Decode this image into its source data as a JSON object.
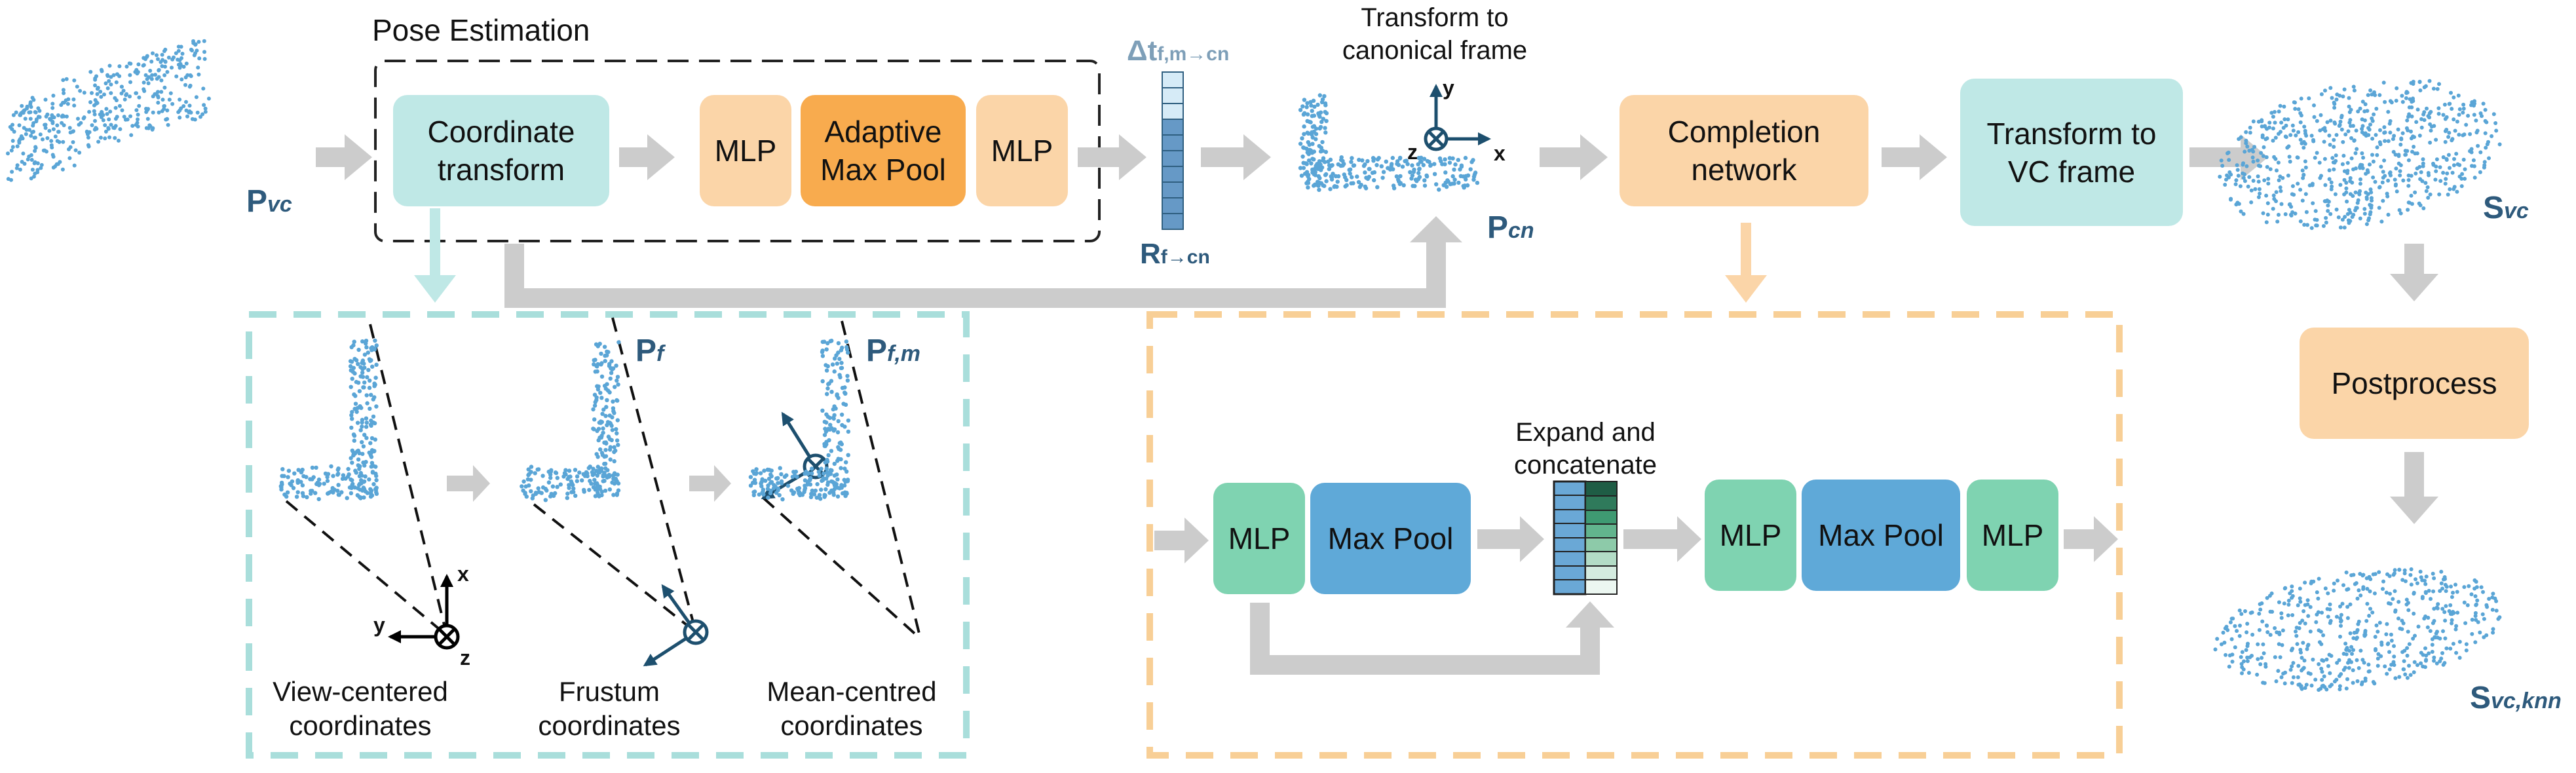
{
  "pose_estimation": {
    "title": "Pose Estimation",
    "coordinate_transform": "Coordinate\ntransform",
    "mlp_1": "MLP",
    "adaptive_max_pool": "Adaptive\nMax Pool",
    "mlp_2": "MLP",
    "delta_t": {
      "main": "Δt",
      "sub": "f,m→cn"
    },
    "rotation": {
      "main": "R",
      "sub": "f→cn"
    }
  },
  "canonical": {
    "label": "Transform to\ncanonical frame",
    "axis_y": "y",
    "axis_x": "x",
    "axis_z": "z",
    "p_cn": {
      "main": "P",
      "sub": "cn"
    }
  },
  "inputs": {
    "p_vc": {
      "main": "P",
      "sub": "vc"
    }
  },
  "completion_network": "Completion\nnetwork",
  "transform_vc": "Transform to\nVC frame",
  "outputs": {
    "s_vc": {
      "main": "S",
      "sub": "vc"
    },
    "postprocess": "Postprocess",
    "s_vc_knn": {
      "main": "S",
      "sub": "vc,knn"
    }
  },
  "coord_detail": {
    "p_f": {
      "main": "P",
      "sub": "f"
    },
    "p_fm": {
      "main": "P",
      "sub": "f,m"
    },
    "axis_x": "x",
    "axis_y": "y",
    "axis_z": "z",
    "view_centered": "View-centered\ncoordinates",
    "frustum": "Frustum\ncoordinates",
    "mean_centred": "Mean-centred\ncoordinates"
  },
  "completion_detail": {
    "mlp_a": "MLP",
    "max_pool_a": "Max Pool",
    "expand_concat": "Expand and\nconcatenate",
    "mlp_b": "MLP",
    "max_pool_b": "Max Pool",
    "mlp_c": "MLP"
  },
  "colors": {
    "teal": "#bfe8e6",
    "peach": "#fbd5a8",
    "orange": "#f8ab4e",
    "green": "#7fd3b1",
    "blue": "#5fa9d8",
    "arrow_gray": "#cccccc",
    "point_blue": "#5aa5d6",
    "symbol_navy": "#2e5a7c"
  }
}
